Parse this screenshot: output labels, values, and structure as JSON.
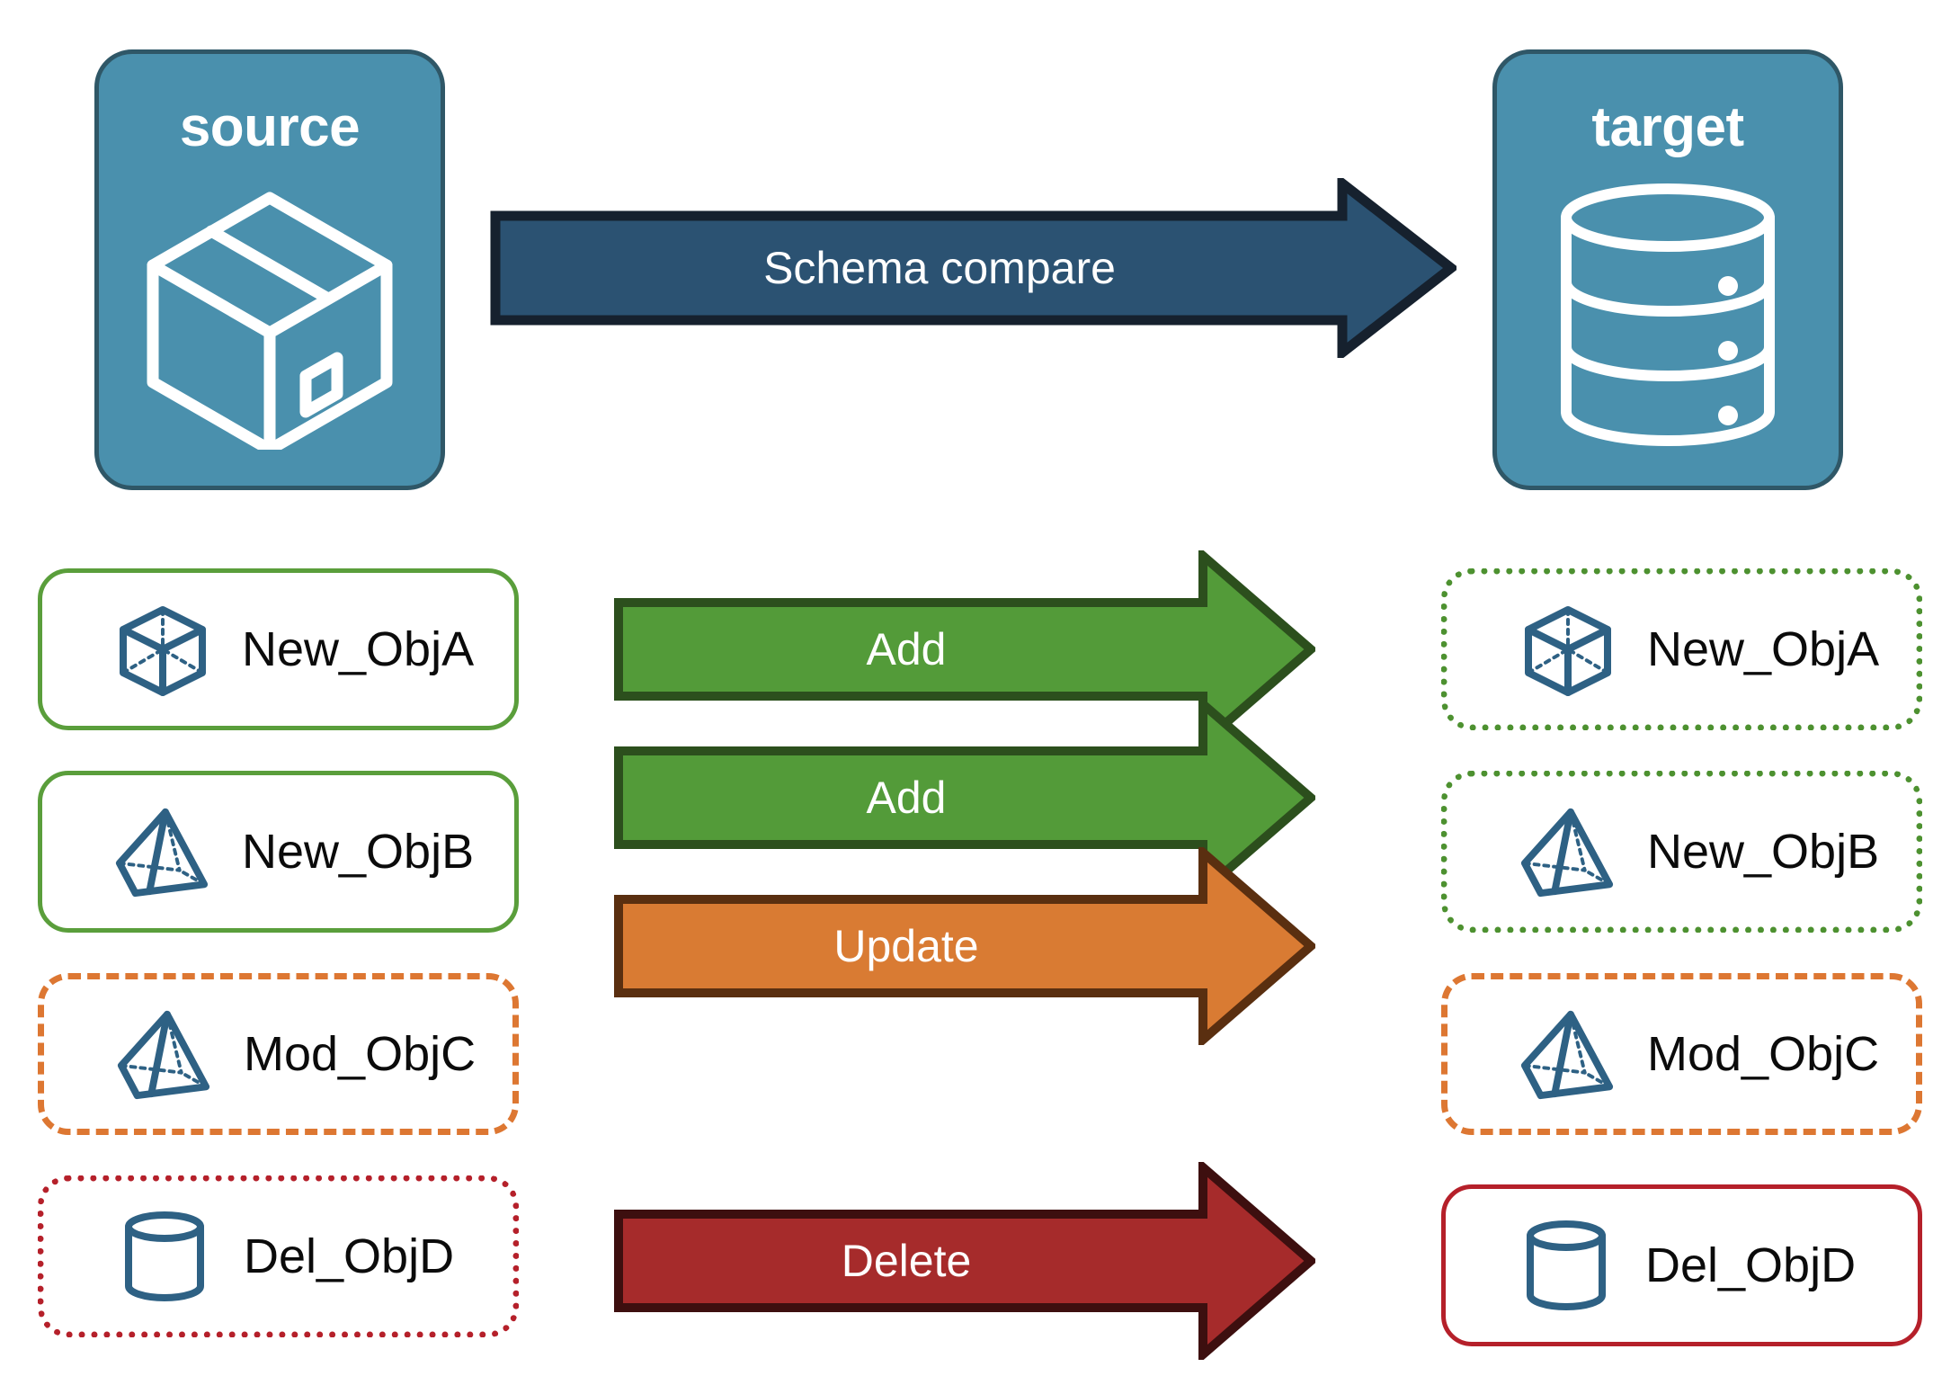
{
  "diagram": {
    "title": "Schema compare source to target",
    "background": "#ffffff"
  },
  "endpoints": {
    "source": {
      "label": "source",
      "icon": "package-box-icon",
      "fill": "#4a90ad",
      "stroke": "#2f5767"
    },
    "target": {
      "label": "target",
      "icon": "database-cylinder-icon",
      "fill": "#4a90ad",
      "stroke": "#2f5767"
    }
  },
  "compare_arrow": {
    "label": "Schema compare",
    "fill": "#2b5272",
    "stroke": "#16212e",
    "text_color": "#ffffff"
  },
  "rows": [
    {
      "action": "Add",
      "arrow_fill": "#539b39",
      "arrow_stroke": "#2c4f1d",
      "source": {
        "label": "New_ObjA",
        "icon": "wireframe-cube-icon",
        "border_style": "solid",
        "border_color": "#5a9e3b"
      },
      "target": {
        "label": "New_ObjA",
        "icon": "wireframe-cube-icon",
        "border_style": "dotted",
        "border_color": "#4d9130"
      }
    },
    {
      "action": "Add",
      "arrow_fill": "#539b39",
      "arrow_stroke": "#2c4f1d",
      "source": {
        "label": "New_ObjB",
        "icon": "wireframe-pyramid-icon",
        "border_style": "solid",
        "border_color": "#5a9e3b"
      },
      "target": {
        "label": "New_ObjB",
        "icon": "wireframe-pyramid-icon",
        "border_style": "dotted",
        "border_color": "#4d9130"
      }
    },
    {
      "action": "Update",
      "arrow_fill": "#d97b33",
      "arrow_stroke": "#5a2f10",
      "source": {
        "label": "Mod_ObjC",
        "icon": "wireframe-pyramid-icon",
        "border_style": "dashed",
        "border_color": "#dd7732"
      },
      "target": {
        "label": "Mod_ObjC",
        "icon": "wireframe-pyramid-icon",
        "border_style": "dashed",
        "border_color": "#dd7732"
      }
    },
    {
      "action": "Delete",
      "arrow_fill": "#a62b2b",
      "arrow_stroke": "#3d0f0f",
      "source": {
        "label": "Del_ObjD",
        "icon": "wireframe-cylinder-icon",
        "border_style": "dotted",
        "border_color": "#b5202a"
      },
      "target": {
        "label": "Del_ObjD",
        "icon": "wireframe-cylinder-icon",
        "border_style": "solid",
        "border_color": "#b5202a"
      }
    }
  ],
  "icon_color": "#2e6184"
}
